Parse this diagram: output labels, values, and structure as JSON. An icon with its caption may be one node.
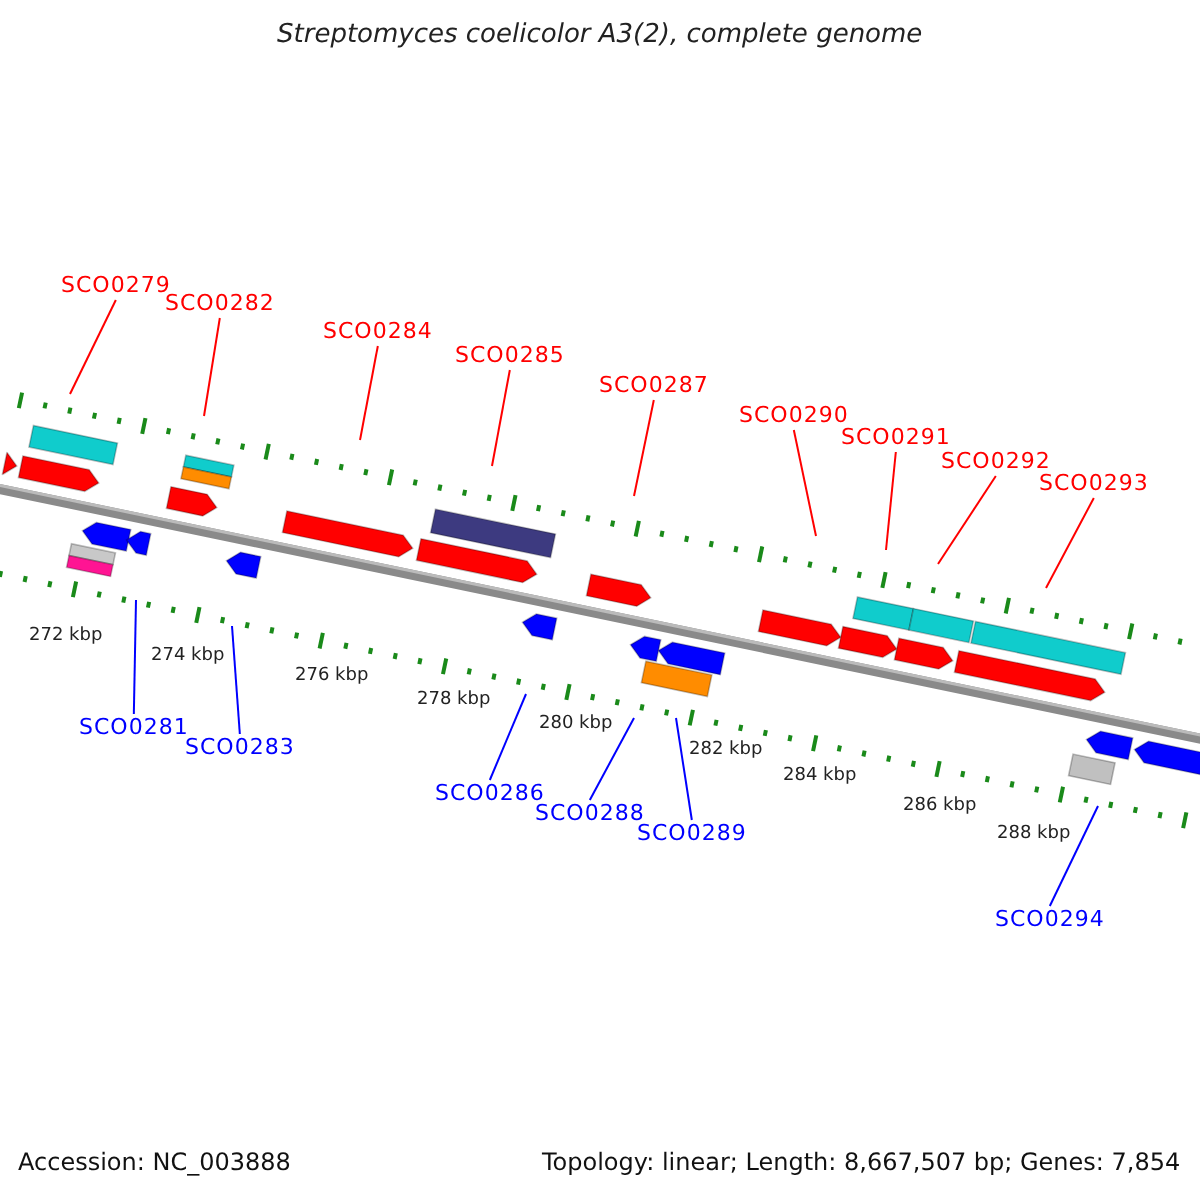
{
  "diagram": {
    "title": "Streptomyces coelicolor A3(2), complete genome",
    "nodes": [
      {
        "text": [
          "SCO0279"
        ]
      },
      {
        "text": [
          "SCO0282"
        ]
      },
      {
        "text": [
          "SCO0284"
        ]
      },
      {
        "text": [
          "SCO0285"
        ]
      },
      {
        "text": [
          "SCO0287"
        ]
      },
      {
        "text": [
          "SCO0290"
        ]
      },
      {
        "text": [
          "SCO0291"
        ]
      },
      {
        "text": [
          "SCO0292"
        ]
      },
      {
        "text": [
          "SCO0293"
        ]
      },
      {
        "text": [
          "SCO0281"
        ]
      },
      {
        "text": [
          "SCO0283"
        ]
      },
      {
        "text": [
          "SCO0286"
        ]
      },
      {
        "text": [
          "SCO0288"
        ]
      },
      {
        "text": [
          "SCO0289"
        ]
      },
      {
        "text": [
          "SCO0294"
        ]
      }
    ],
    "edges": [
      {
        "from": 0,
        "to": null,
        "arrow": "none"
      },
      {
        "from": 1,
        "to": null,
        "arrow": "none"
      },
      {
        "from": 2,
        "to": null,
        "arrow": "none"
      },
      {
        "from": 3,
        "to": null,
        "arrow": "none"
      },
      {
        "from": 4,
        "to": null,
        "arrow": "none"
      },
      {
        "from": 5,
        "to": null,
        "arrow": "none"
      },
      {
        "from": 6,
        "to": null,
        "arrow": "none"
      },
      {
        "from": 7,
        "to": null,
        "arrow": "none"
      },
      {
        "from": 8,
        "to": null,
        "arrow": "none"
      },
      {
        "from": 9,
        "to": null,
        "arrow": "none",
        "color": "#0000ff"
      },
      {
        "from": 10,
        "to": null,
        "arrow": "none",
        "color": "#0000ff"
      },
      {
        "from": 11,
        "to": null,
        "arrow": "none",
        "color": "#0000ff"
      },
      {
        "from": 12,
        "to": null,
        "arrow": "none",
        "color": "#0000ff"
      },
      {
        "from": 13,
        "to": null,
        "arrow": "none",
        "color": "#0000ff"
      },
      {
        "from": 14,
        "to": null,
        "arrow": "none",
        "color": "#0000ff"
      }
    ],
    "labels": [
      "272 kbp",
      "274 kbp",
      "276 kbp",
      "278 kbp",
      "280 kbp",
      "282 kbp",
      "284 kbp",
      "286 kbp",
      "288 kbp",
      "Accession: NC_003888",
      "Topology: linear; Length: 8,667,507 bp; Genes: 7,854"
    ]
  }
}
